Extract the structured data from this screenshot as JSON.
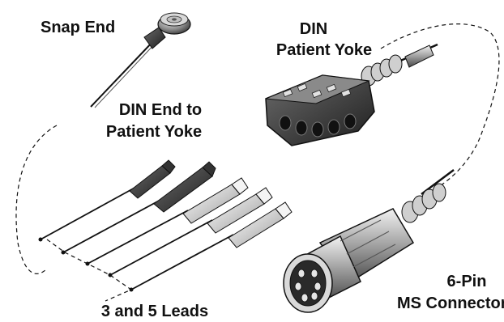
{
  "labels": {
    "snap_end": "Snap End",
    "din_line1": "DIN",
    "din_line2": "Patient Yoke",
    "din_end_line1": "DIN End to",
    "din_end_line2": "Patient Yoke",
    "leads": "3 and 5 Leads",
    "six_pin_line1": "6-Pin",
    "six_pin_line2": "MS Connector"
  },
  "colors": {
    "ink": "#111111",
    "metal_light": "#e6e6e6",
    "metal_mid": "#a8a8a8",
    "metal_dark": "#3a3a3a",
    "background": "#ffffff"
  },
  "icons": {
    "snap_connector": "snap-connector-icon",
    "din_yoke": "din-yoke-icon",
    "lead_wire": "lead-wire-icon",
    "ms_connector": "ms-connector-icon"
  }
}
